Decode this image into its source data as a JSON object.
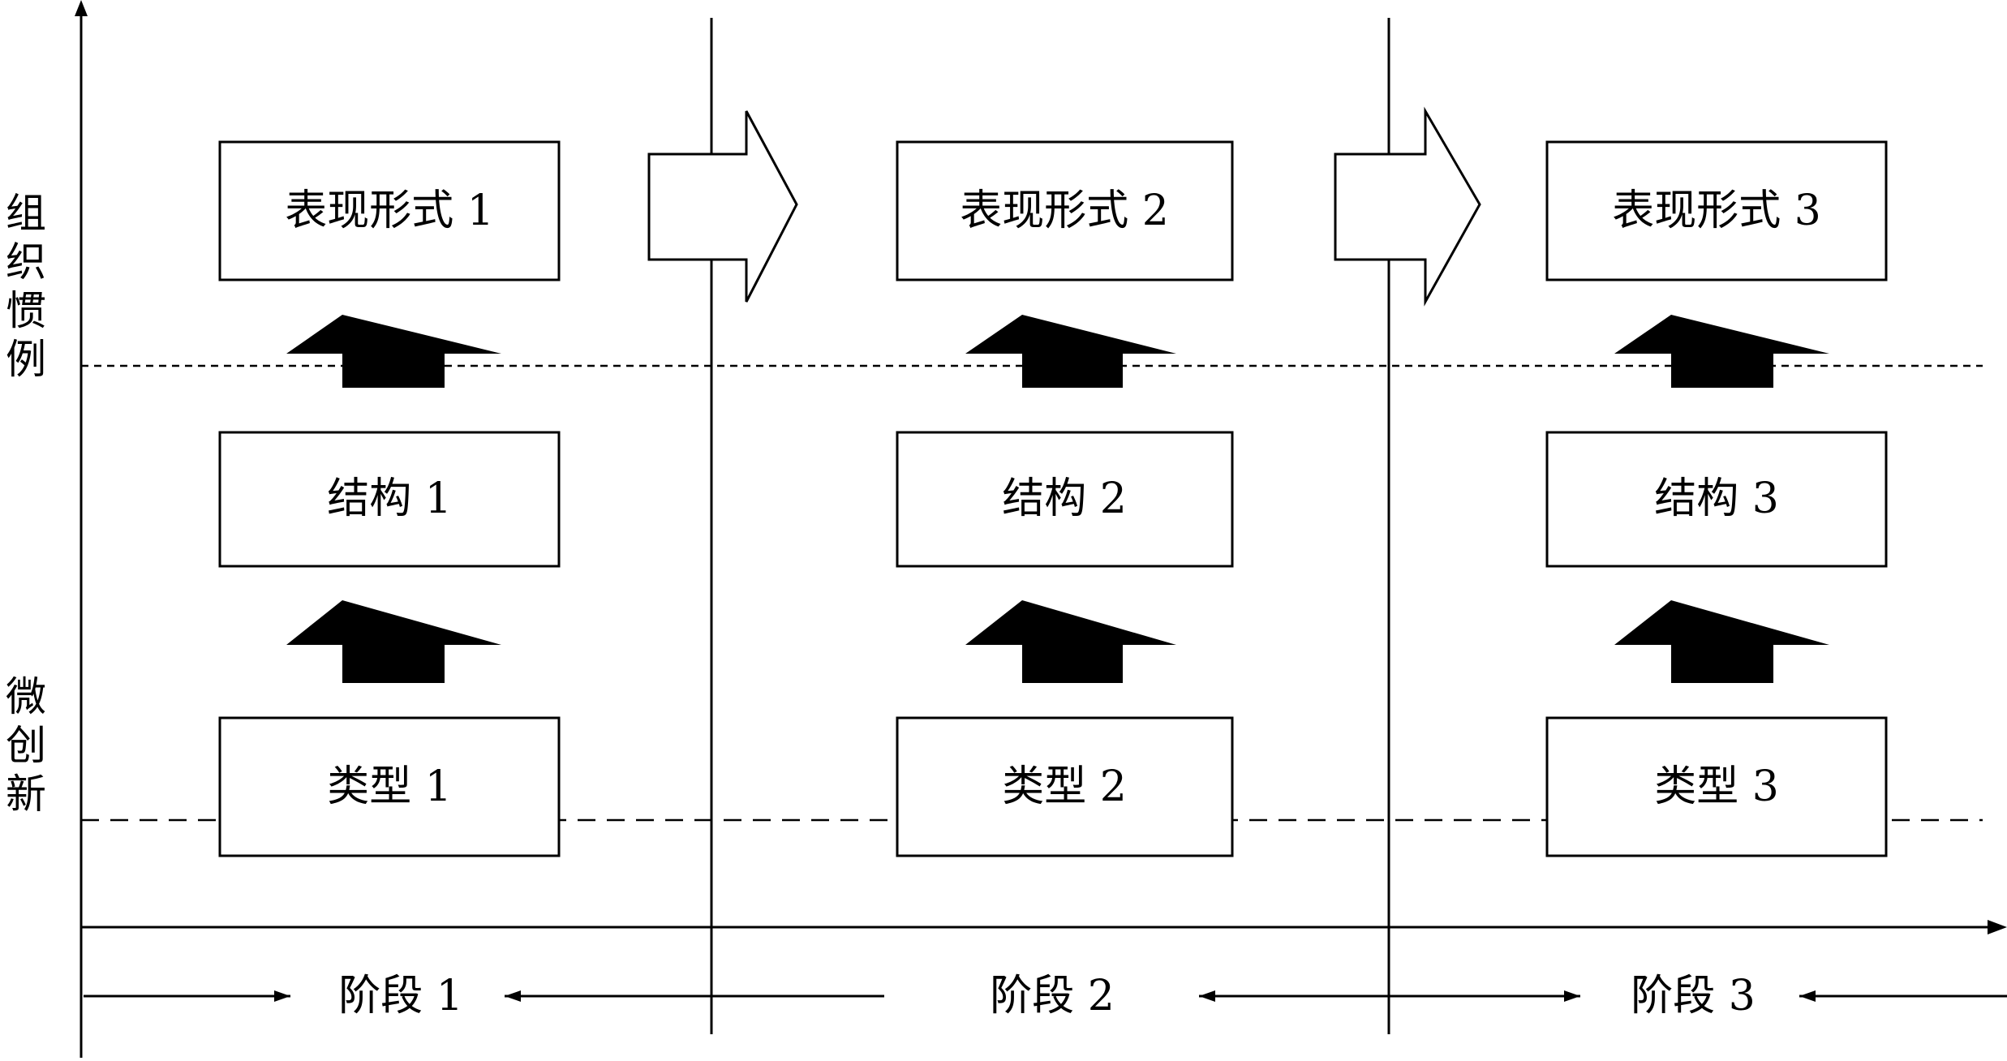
{
  "left_axis": {
    "upper_label": "组织惯例",
    "lower_label": "微创新"
  },
  "stages": [
    {
      "form": "表现形式 1",
      "structure": "结构 1",
      "type": "类型 1",
      "stage": "阶段 1"
    },
    {
      "form": "表现形式 2",
      "structure": "结构 2",
      "type": "类型 2",
      "stage": "阶段 2"
    },
    {
      "form": "表现形式 3",
      "structure": "结构 3",
      "type": "类型 3",
      "stage": "阶段 3"
    }
  ],
  "colors": {
    "line": "#000000",
    "background": "#ffffff",
    "arrow_fill": "#000000"
  }
}
